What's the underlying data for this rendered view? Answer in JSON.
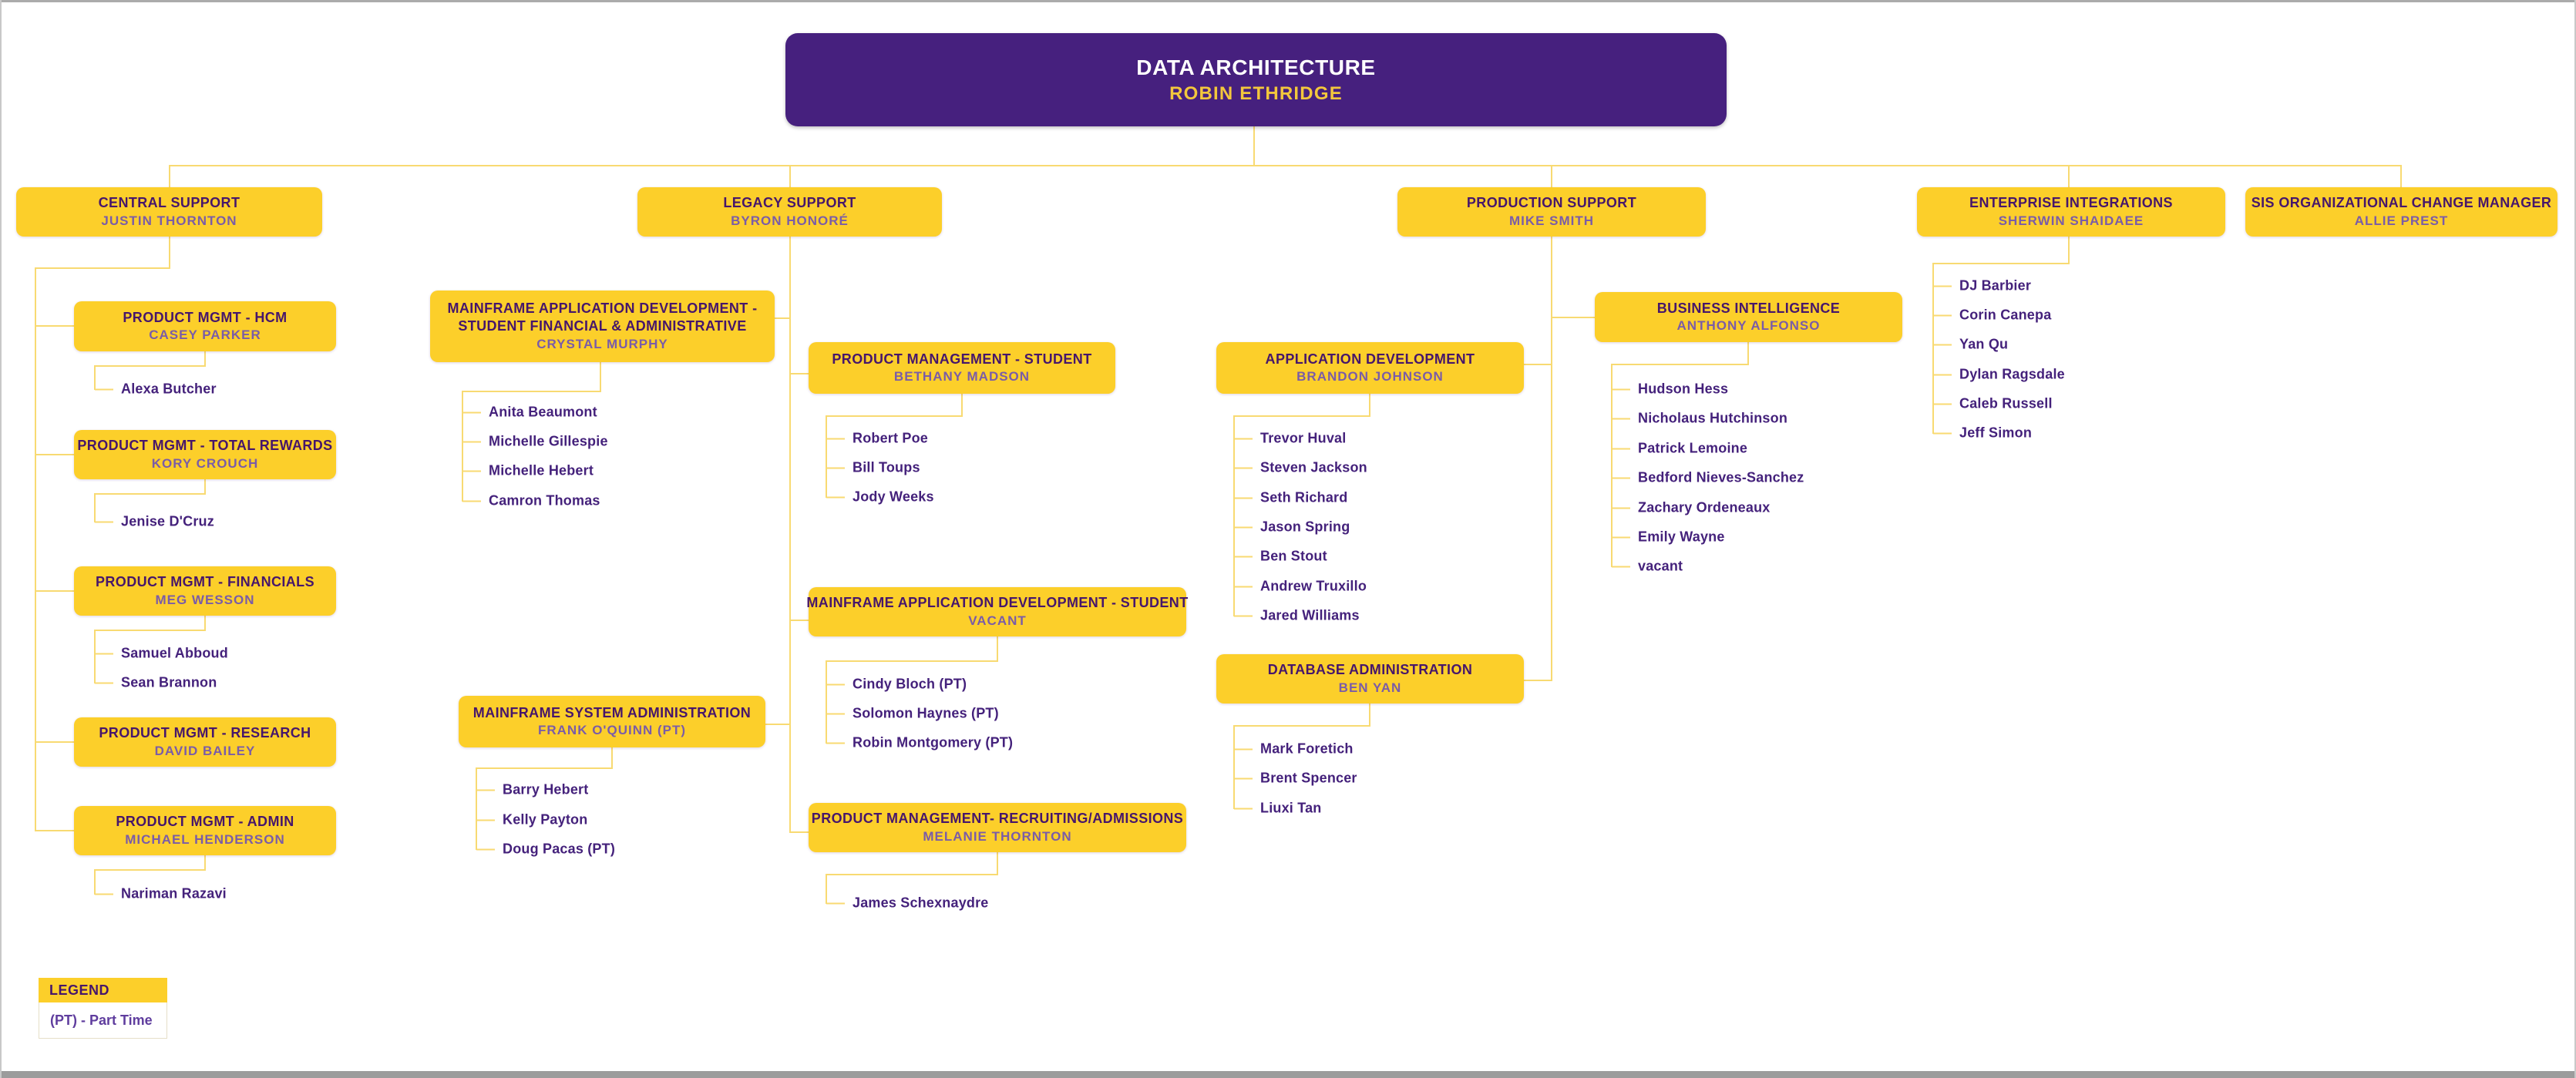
{
  "root": {
    "title": "DATA ARCHITECTURE",
    "name": "ROBIN ETHRIDGE"
  },
  "branches": [
    {
      "title": "CENTRAL SUPPORT",
      "name": "JUSTIN THORNTON"
    },
    {
      "title": "LEGACY SUPPORT",
      "name": "BYRON HONORÉ"
    },
    {
      "title": "PRODUCTION SUPPORT",
      "name": "MIKE SMITH"
    },
    {
      "title": "ENTERPRISE INTEGRATIONS",
      "name": "SHERWIN SHAIDAEE",
      "members": [
        "DJ Barbier",
        "Corin Canepa",
        "Yan Qu",
        "Dylan Ragsdale",
        "Caleb Russell",
        "Jeff Simon"
      ]
    },
    {
      "title": "SIS ORGANIZATIONAL CHANGE MANAGER",
      "name": "ALLIE PREST"
    }
  ],
  "teams": [
    {
      "title": "PRODUCT MGMT - HCM",
      "name": "CASEY PARKER",
      "members": [
        "Alexa Butcher"
      ]
    },
    {
      "title": "PRODUCT MGMT - TOTAL REWARDS",
      "name": "KORY CROUCH",
      "members": [
        "Jenise D'Cruz"
      ]
    },
    {
      "title": "PRODUCT MGMT - FINANCIALS",
      "name": "MEG WESSON",
      "members": [
        "Samuel Abboud",
        "Sean Brannon"
      ]
    },
    {
      "title": "PRODUCT MGMT - RESEARCH",
      "name": "DAVID BAILEY",
      "members": []
    },
    {
      "title": "PRODUCT MGMT - ADMIN",
      "name": "MICHAEL HENDERSON",
      "members": [
        "Nariman Razavi"
      ]
    },
    {
      "title": "MAINFRAME APPLICATION DEVELOPMENT - STUDENT FINANCIAL & ADMINISTRATIVE",
      "name": "CRYSTAL MURPHY",
      "members": [
        "Anita Beaumont",
        "Michelle Gillespie",
        "Michelle Hebert",
        "Camron Thomas"
      ]
    },
    {
      "title": "PRODUCT MANAGEMENT - STUDENT",
      "name": "BETHANY MADSON",
      "members": [
        "Robert Poe",
        "Bill Toups",
        "Jody Weeks"
      ]
    },
    {
      "title": "MAINFRAME APPLICATION DEVELOPMENT - STUDENT",
      "name": "VACANT",
      "members": [
        "Cindy Bloch (PT)",
        "Solomon Haynes (PT)",
        "Robin Montgomery (PT)"
      ]
    },
    {
      "title": "MAINFRAME SYSTEM ADMINISTRATION",
      "name": "FRANK O'QUINN (PT)",
      "members": [
        "Barry Hebert",
        "Kelly Payton",
        "Doug Pacas (PT)"
      ]
    },
    {
      "title": "PRODUCT MANAGEMENT- RECRUITING/ADMISSIONS",
      "name": "MELANIE THORNTON",
      "members": [
        "James Schexnaydre"
      ]
    },
    {
      "title": "APPLICATION DEVELOPMENT",
      "name": "BRANDON JOHNSON",
      "members": [
        "Trevor Huval",
        "Steven Jackson",
        "Seth Richard",
        "Jason Spring",
        "Ben Stout",
        "Andrew Truxillo",
        "Jared Williams"
      ]
    },
    {
      "title": "BUSINESS INTELLIGENCE",
      "name": "ANTHONY ALFONSO",
      "members": [
        "Hudson Hess",
        "Nicholaus Hutchinson",
        "Patrick Lemoine",
        "Bedford Nieves-Sanchez",
        "Zachary Ordeneaux",
        "Emily Wayne",
        "vacant"
      ]
    },
    {
      "title": "DATABASE ADMINISTRATION",
      "name": "BEN YAN",
      "members": [
        "Mark Foretich",
        "Brent Spencer",
        "Liuxi Tan"
      ]
    }
  ],
  "legend": {
    "title": "LEGEND",
    "entry": "(PT) - Part Time"
  },
  "colors": {
    "purple": "#46207E",
    "gold": "#FCCF2A",
    "line": "#F8DA72",
    "title_text": "#46166B",
    "manager_text": "#7A5CA8",
    "member_text": "#44217B",
    "root_name_text": "#F3C73C"
  }
}
